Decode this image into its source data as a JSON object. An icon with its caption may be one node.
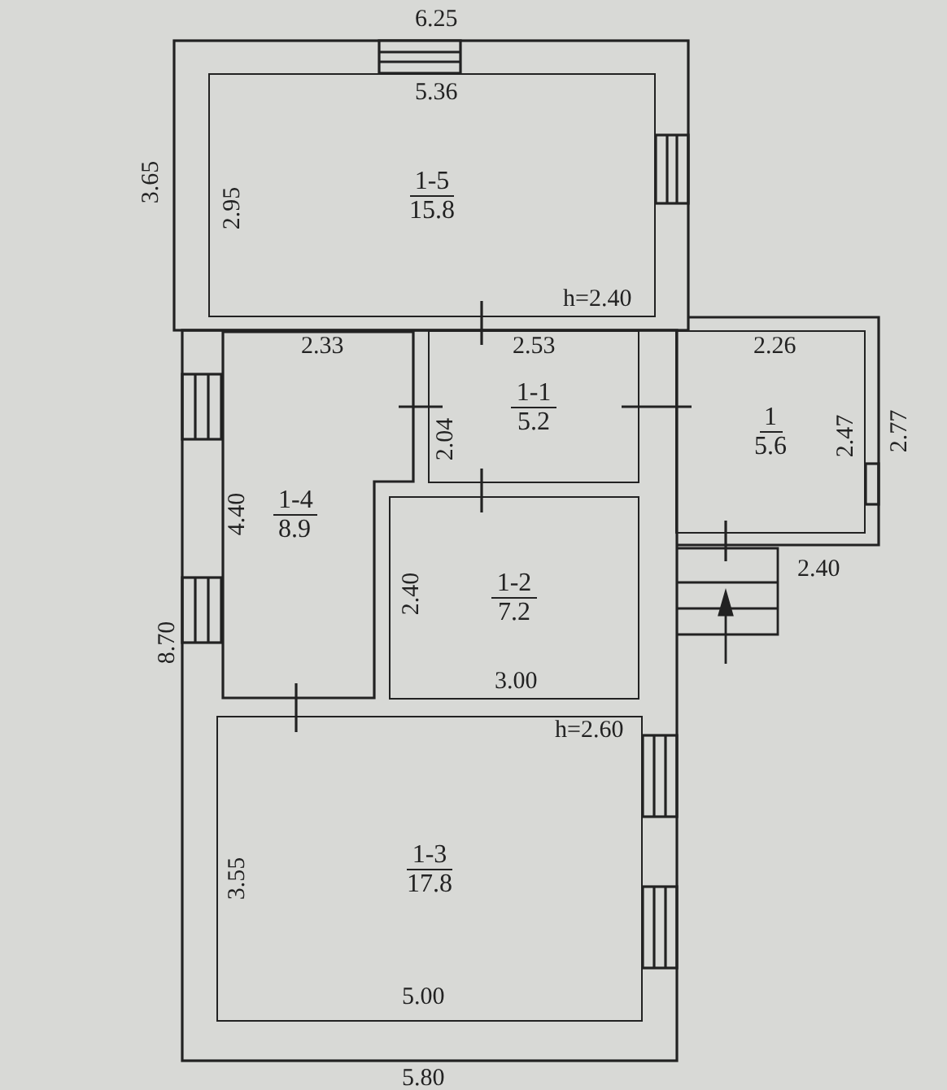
{
  "diagram": {
    "nodes": [
      {
        "text": [
          "1-5",
          "15.8"
        ]
      },
      {
        "text": [
          "1-4",
          "8.9"
        ]
      },
      {
        "text": [
          "1-1",
          "5.2"
        ]
      },
      {
        "text": [
          "1",
          "5.6"
        ]
      },
      {
        "text": [
          "1-2",
          "7.2"
        ]
      },
      {
        "text": [
          "1-3",
          "17.8"
        ]
      }
    ],
    "labels": [
      "6.25",
      "5.36",
      "3.65",
      "2.95",
      "h=2.40",
      "2.33",
      "2.53",
      "2.26",
      "2.04",
      "2.47",
      "2.77",
      "4.40",
      "2.40",
      "2.40",
      "8.70",
      "3.00",
      "h=2.60",
      "3.55",
      "5.00",
      "5.80"
    ]
  }
}
